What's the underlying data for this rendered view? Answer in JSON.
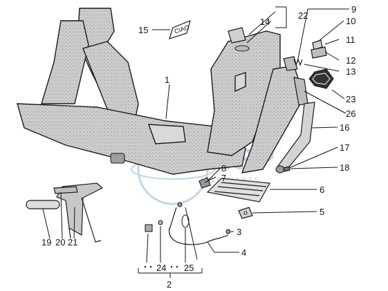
{
  "diagram": {
    "sticker_text": "CIAO",
    "watermark_brand": "MSP",
    "watermark_sub": "MOTOPARTS",
    "callouts": [
      "1",
      "2",
      "3",
      "4",
      "5",
      "6",
      "7",
      "8",
      "9",
      "10",
      "11",
      "12",
      "13",
      "14",
      "15",
      "16",
      "17",
      "18",
      "19",
      "20",
      "21",
      "22",
      "23",
      "24",
      "25",
      "26"
    ],
    "colors": {
      "ink": "#111111",
      "frame_fill": "#d9d9d9",
      "watermark": "#8fb7d6"
    }
  }
}
